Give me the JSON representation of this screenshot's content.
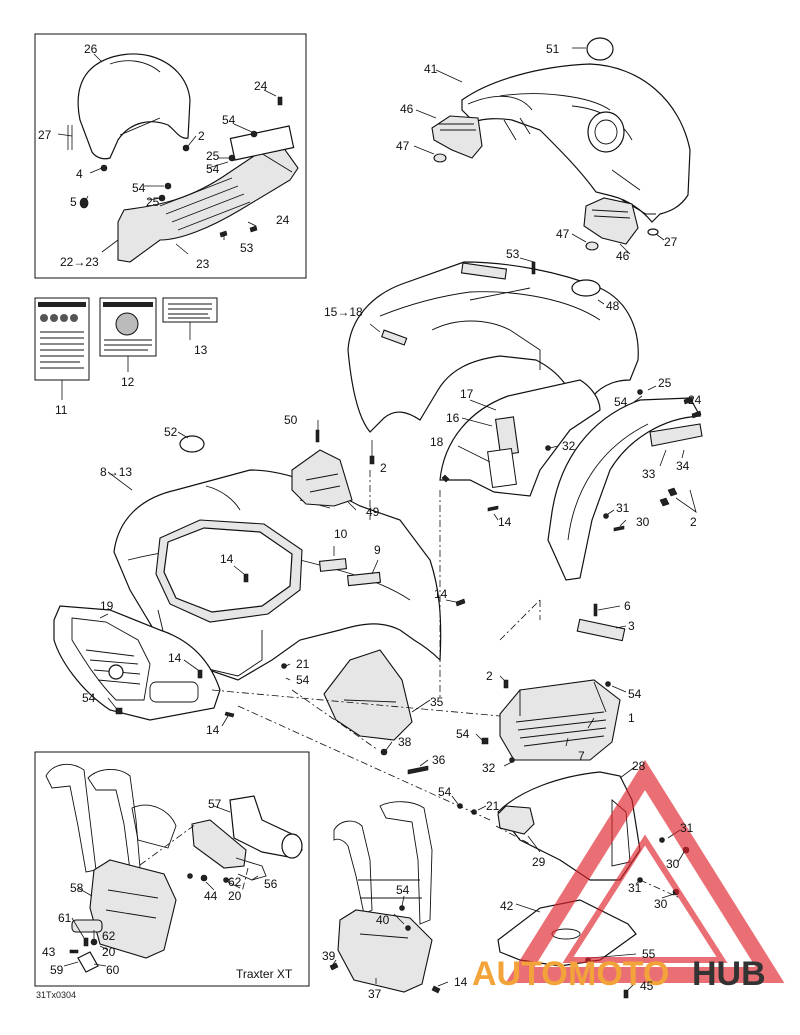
{
  "labels": {
    "l26": "26",
    "l24a": "24",
    "l27a": "27",
    "l2a": "2",
    "l54a": "54",
    "l25a": "25",
    "l54b": "54",
    "l4": "4",
    "l5": "5",
    "l54c": "54",
    "l25b": "25",
    "l24b": "24",
    "l53a": "53",
    "l22": "22",
    "l23a": "23",
    "l23b": "23",
    "l51": "51",
    "l41": "41",
    "l46a": "46",
    "l47a": "47",
    "l47b": "47",
    "l27b": "27",
    "l46b": "46",
    "l53b": "53",
    "l15": "15",
    "l18a": "18",
    "l48": "48",
    "l11": "11",
    "l12": "12",
    "l13a": "13",
    "l17": "17",
    "l16": "16",
    "l18b": "18",
    "l32a": "32",
    "l2b": "2",
    "l14a": "14",
    "l25c": "25",
    "l54d": "54",
    "l24c": "24",
    "l33": "33",
    "l34": "34",
    "l31a": "31",
    "l30a": "30",
    "l2c": "2",
    "l52": "52",
    "l50": "50",
    "l8": "8",
    "l13b": "13",
    "l49": "49",
    "l10": "10",
    "l9": "9",
    "l14b": "14",
    "l14c": "14",
    "l19": "19",
    "l14d": "14",
    "l21a": "21",
    "l54e": "54",
    "l54f": "54",
    "l14e": "14",
    "l35": "35",
    "l6": "6",
    "l3": "3",
    "l2d": "2",
    "l54g": "54",
    "l1": "1",
    "l54h": "54",
    "l32b": "32",
    "l7": "7",
    "l38": "38",
    "l36": "36",
    "l28": "28",
    "l54i": "54",
    "l21b": "21",
    "l29": "29",
    "l31b": "31",
    "l30b": "30",
    "l31c": "31",
    "l30c": "30",
    "l57": "57",
    "l56": "56",
    "l62a": "62",
    "l20a": "20",
    "l44": "44",
    "l58": "58",
    "l61": "61",
    "l62b": "62",
    "l43": "43",
    "l20b": "20",
    "l59": "59",
    "l60": "60",
    "l54j": "54",
    "l40": "40",
    "l42": "42",
    "l39": "39",
    "l14f": "14",
    "l37": "37",
    "l55": "55",
    "l45": "45"
  },
  "arrow_symbol": "→",
  "inset_caption": "Traxter XT",
  "drawing_code": "31Tx0304",
  "watermark": {
    "auto": "AUTO",
    "moto": "MOTO",
    "hub": "HUB",
    "color_orange": "#f2a33a",
    "color_red": "#e0232b",
    "color_dark": "#333333"
  }
}
